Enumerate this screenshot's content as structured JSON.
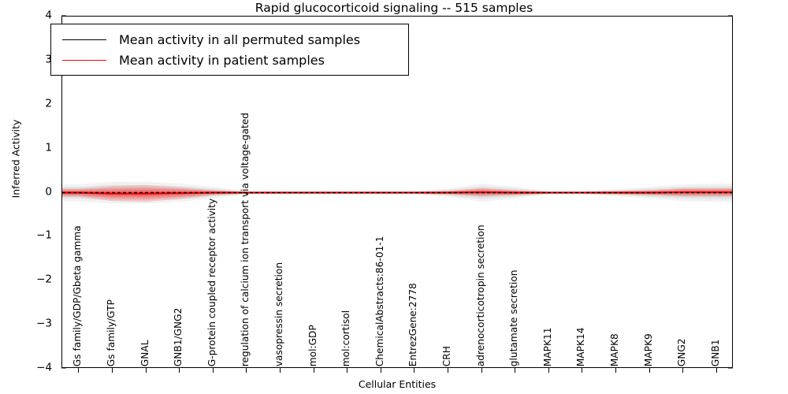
{
  "chart_data": {
    "type": "line",
    "title": "Rapid glucocorticoid signaling -- 515 samples",
    "xlabel": "Cellular Entities",
    "ylabel": "Inferred Activity",
    "ylim": [
      -4,
      4
    ],
    "yticks": [
      "4",
      "3",
      "2",
      "1",
      "0",
      "-1",
      "-2",
      "-3",
      "-4"
    ],
    "ytick_values": [
      4,
      3,
      2,
      1,
      0,
      -1,
      -2,
      -3,
      -4
    ],
    "grid": false,
    "legend_position": "upper left",
    "categories": [
      "Gs family/GDP/Gbeta gamma",
      "Gs family/GTP",
      "GNAL",
      "GNB1/GNG2",
      "G-protein coupled receptor activity",
      "regulation of calcium ion transport via voltage-gated",
      "vasopressin secretion",
      "mol:GDP",
      "mol:cortisol",
      "ChemicalAbstracts:86-01-1",
      "EntrezGene:2778",
      "CRH",
      "adrenocorticotropin secretion",
      "glutamate secretion",
      "MAPK11",
      "MAPK14",
      "MAPK8",
      "MAPK9",
      "GNG2",
      "GNB1"
    ],
    "series": [
      {
        "name": "Mean activity in all permuted samples",
        "color": "#000000",
        "style": "dashed",
        "values": [
          0.0,
          0.0,
          0.0,
          0.0,
          0.0,
          0.0,
          0.0,
          0.0,
          0.0,
          0.0,
          0.0,
          0.0,
          0.0,
          0.0,
          0.0,
          0.0,
          0.0,
          0.0,
          0.0,
          0.0
        ],
        "band_halfwidth": [
          0.1,
          0.13,
          0.13,
          0.11,
          0.07,
          0.02,
          0.02,
          0.02,
          0.02,
          0.02,
          0.02,
          0.05,
          0.11,
          0.07,
          0.02,
          0.02,
          0.04,
          0.07,
          0.1,
          0.11
        ]
      },
      {
        "name": "Mean activity in patient samples",
        "color": "#ff0000",
        "style": "solid",
        "values": [
          0.0,
          -0.02,
          -0.02,
          -0.01,
          0.0,
          0.0,
          0.0,
          0.0,
          0.0,
          0.0,
          0.0,
          0.0,
          0.01,
          0.0,
          0.0,
          0.0,
          0.0,
          0.0,
          0.01,
          0.01
        ],
        "band_halfwidth": [
          0.05,
          0.09,
          0.1,
          0.07,
          0.03,
          0.01,
          0.01,
          0.01,
          0.01,
          0.01,
          0.01,
          0.02,
          0.05,
          0.03,
          0.01,
          0.01,
          0.02,
          0.03,
          0.05,
          0.05
        ]
      }
    ],
    "colors": {
      "permuted_line": "#000000",
      "permuted_band": "#b0b0b0",
      "patient_line": "#ff0000",
      "patient_band": "#ff4040",
      "axis": "#000000",
      "background": "#ffffff"
    }
  },
  "legend": {
    "entries": [
      {
        "label": "Mean activity in all permuted samples"
      },
      {
        "label": "Mean activity in patient samples"
      }
    ]
  }
}
